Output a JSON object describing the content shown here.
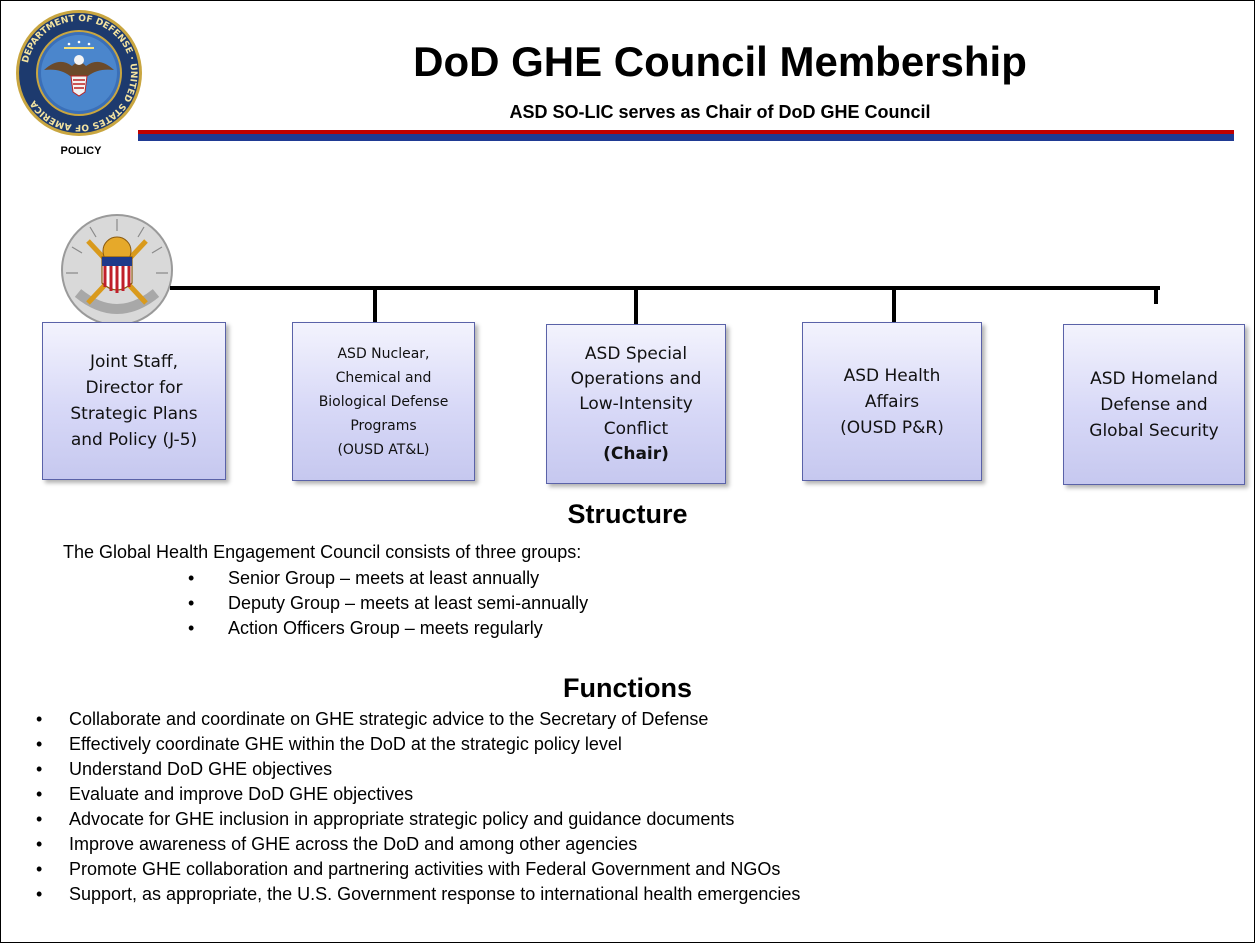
{
  "header": {
    "title": "DoD GHE Council Membership",
    "subtitle": "ASD SO-LIC serves as Chair of DoD GHE Council",
    "seal_caption": "POLICY",
    "seal_ring_text": "DEPARTMENT OF DEFENSE · UNITED STATES OF AMERICA",
    "rule_colors": {
      "red": "#c00000",
      "blue": "#1f3a93"
    }
  },
  "org_chart": {
    "boxes": [
      {
        "text": "Joint Staff,\nDirector for\nStrategic Plans\nand Policy (J-5)"
      },
      {
        "text": "ASD Nuclear,\nChemical and\nBiological Defense\nPrograms\n(OUSD AT&L)"
      },
      {
        "text": "ASD Special\nOperations and\nLow-Intensity\nConflict",
        "bold_line": "(Chair)"
      },
      {
        "text": "ASD Health\nAffairs\n(OUSD P&R)"
      },
      {
        "text": "ASD Homeland\nDefense and\nGlobal Security"
      }
    ]
  },
  "structure": {
    "heading": "Structure",
    "intro": "The Global Health Engagement Council consists of three groups:",
    "bullet_glyph": "•",
    "items": [
      "Senior Group – meets at least annually",
      "Deputy Group – meets at least semi-annually",
      "Action Officers Group – meets regularly"
    ]
  },
  "functions": {
    "heading": "Functions",
    "bullet_glyph": "•",
    "items": [
      "Collaborate and coordinate on GHE strategic advice to the Secretary of Defense",
      "Effectively coordinate GHE within the DoD at the strategic policy level",
      "Understand DoD GHE objectives",
      "Evaluate and improve DoD GHE objectives",
      "Advocate for GHE inclusion in appropriate strategic policy and guidance documents",
      "Improve awareness of GHE across the DoD and among other agencies",
      "Promote GHE collaboration and partnering activities with Federal Government and NGOs",
      "Support, as appropriate, the U.S. Government response to international health emergencies"
    ]
  }
}
